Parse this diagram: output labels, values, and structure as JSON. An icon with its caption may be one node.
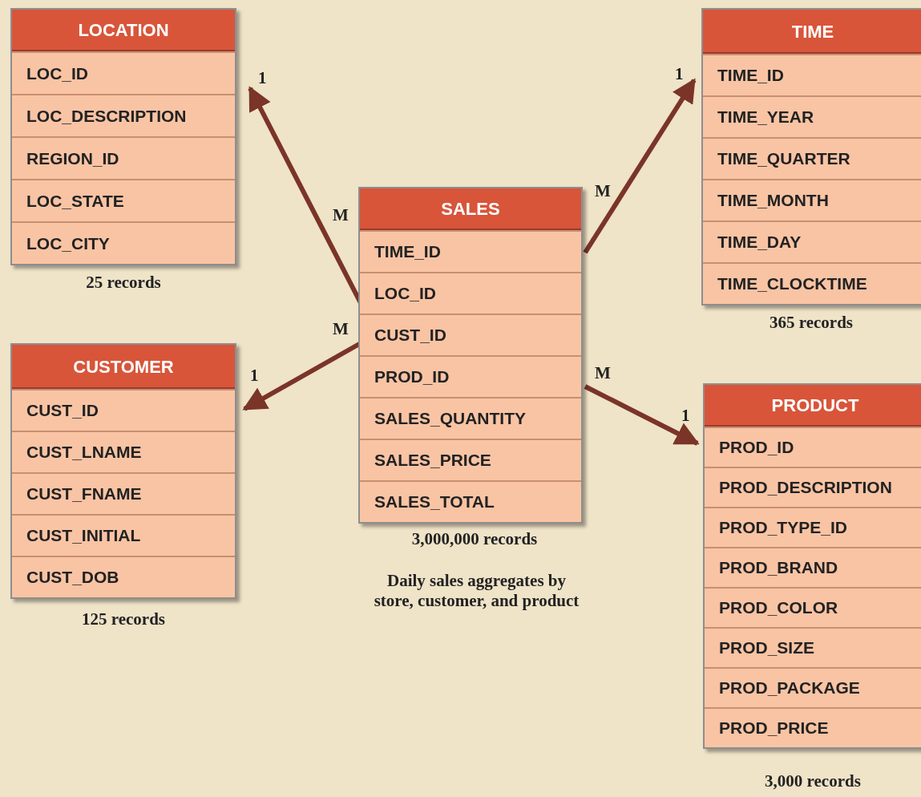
{
  "diagram": {
    "nodes": [
      {
        "text": [
          "LOCATION",
          "LOC_ID",
          "LOC_DESCRIPTION",
          "REGION_ID",
          "LOC_STATE",
          "LOC_CITY"
        ],
        "beside": [
          "25 records"
        ]
      },
      {
        "text": [
          "TIME",
          "TIME_ID",
          "TIME_YEAR",
          "TIME_QUARTER",
          "TIME_MONTH",
          "TIME_DAY",
          "TIME_CLOCKTIME"
        ],
        "beside": [
          "365 records"
        ]
      },
      {
        "text": [
          "SALES",
          "TIME_ID",
          "LOC_ID",
          "CUST_ID",
          "PROD_ID",
          "SALES_QUANTITY",
          "SALES_PRICE",
          "SALES_TOTAL"
        ],
        "beside": [
          "3,000,000 records",
          "Daily sales aggregates by store, customer, and product"
        ]
      },
      {
        "text": [
          "CUSTOMER",
          "CUST_ID",
          "CUST_LNAME",
          "CUST_FNAME",
          "CUST_INITIAL",
          "CUST_DOB"
        ],
        "beside": [
          "125 records"
        ]
      },
      {
        "text": [
          "PRODUCT",
          "PROD_ID",
          "PROD_DESCRIPTION",
          "PROD_TYPE_ID",
          "PROD_BRAND",
          "PROD_COLOR",
          "PROD_SIZE",
          "PROD_PACKAGE",
          "PROD_PRICE"
        ],
        "beside": [
          "3,000 records"
        ]
      }
    ],
    "edges": [
      {
        "from": 2,
        "to": 0,
        "arrow": "to"
      },
      {
        "from": 2,
        "to": 1,
        "arrow": "to"
      },
      {
        "from": 2,
        "to": 3,
        "arrow": "to"
      },
      {
        "from": 2,
        "to": 4,
        "arrow": "to"
      }
    ],
    "labels": [
      "1",
      "1",
      "M",
      "M",
      "M",
      "1",
      "M",
      "1"
    ]
  }
}
